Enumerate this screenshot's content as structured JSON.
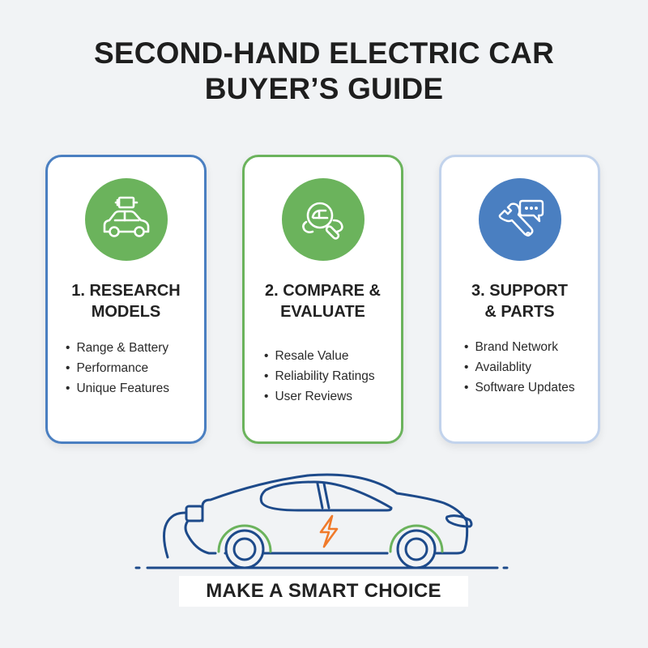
{
  "title": {
    "line1": "SECOND-HAND ELECTRIC CAR",
    "line2": "BUYER’S GUIDE"
  },
  "colors": {
    "background": "#f1f3f5",
    "green": "#6bb35c",
    "blue": "#4a7fc1",
    "light_blue_border": "#c2d3ec",
    "navy_outline": "#1d4a8a",
    "bolt_orange": "#f07a2a"
  },
  "cards": [
    {
      "icon": "car-battery-icon",
      "icon_color": "#6bb35c",
      "title_line1": "1. RESEARCH",
      "title_line2": "MODELS",
      "bullets": [
        "Range & Battery",
        "Performance",
        "Unique Features"
      ]
    },
    {
      "icon": "magnifier-car-icon",
      "icon_color": "#6bb35c",
      "title_line1": "2. COMPARE &",
      "title_line2": "EVALUATE",
      "bullets": [
        "Resale Value",
        "Reliability Ratings",
        "User Reviews"
      ]
    },
    {
      "icon": "wrench-chat-icon",
      "icon_color": "#4a7fc1",
      "title_line1": "3. SUPPORT",
      "title_line2": "& PARTS",
      "bullets": [
        "Brand Network",
        "Availablity",
        "Software Updates"
      ]
    }
  ],
  "illustration": {
    "icon": "electric-car-plug-icon"
  },
  "banner": {
    "label": "MAKE A SMART CHOICE"
  }
}
